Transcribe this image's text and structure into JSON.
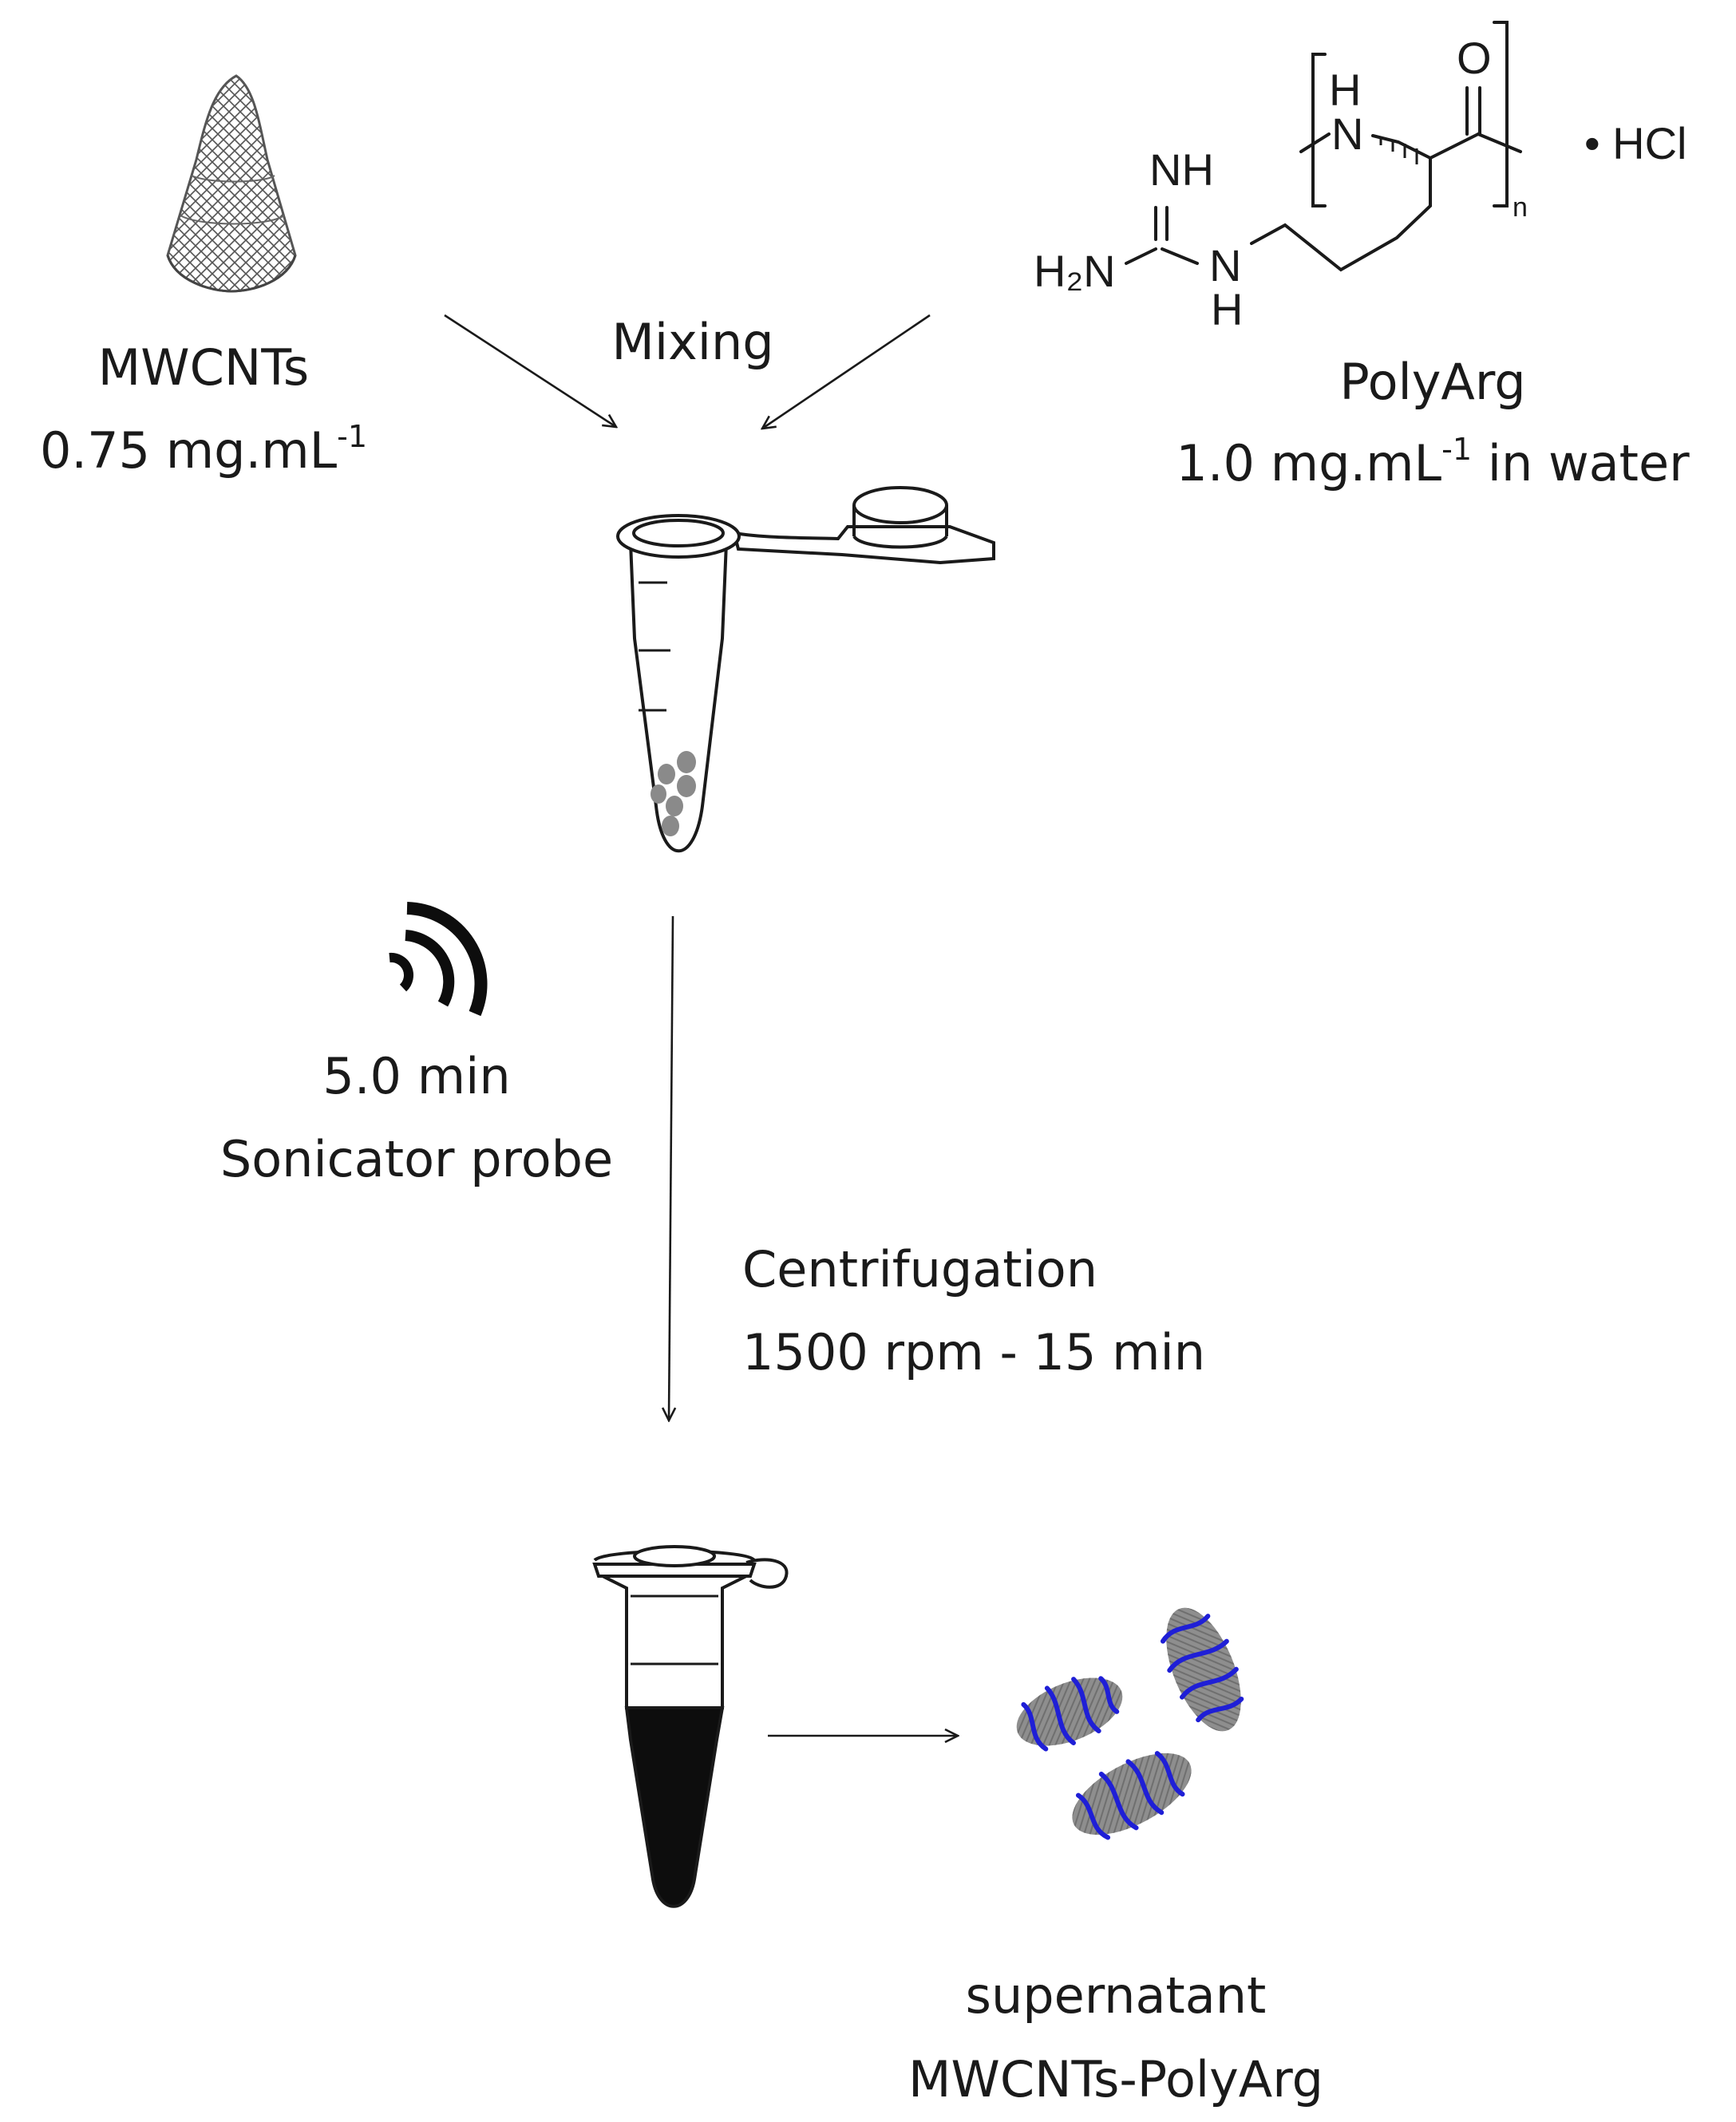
{
  "mwcnt": {
    "name": "MWCNTs",
    "conc_value": "0.75 mg.mL",
    "conc_exp": "-1"
  },
  "polyarg": {
    "name": "PolyArg",
    "conc_value": "1.0 mg.mL",
    "conc_exp": "-1",
    "conc_suffix": " in water",
    "structure": {
      "nh_imine": "NH",
      "h2n": "H₂N",
      "n_link": "N",
      "h_link": "H",
      "h_amide": "H",
      "n_amide": "N",
      "o": "O",
      "n_sub": "n",
      "salt": "• HCl"
    }
  },
  "steps": {
    "mixing": "Mixing",
    "sonication_time": "5.0 min",
    "sonication_device": "Sonicator probe",
    "centrifugation": "Centrifugation",
    "centrifugation_params": "1500 rpm - 15 min"
  },
  "product": {
    "line1": "supernatant",
    "line2": "MWCNTs-PolyArg"
  },
  "colors": {
    "ink": "#1a1a1a",
    "grey": "#8a8a8a",
    "polymer": "#1f1fd6"
  }
}
